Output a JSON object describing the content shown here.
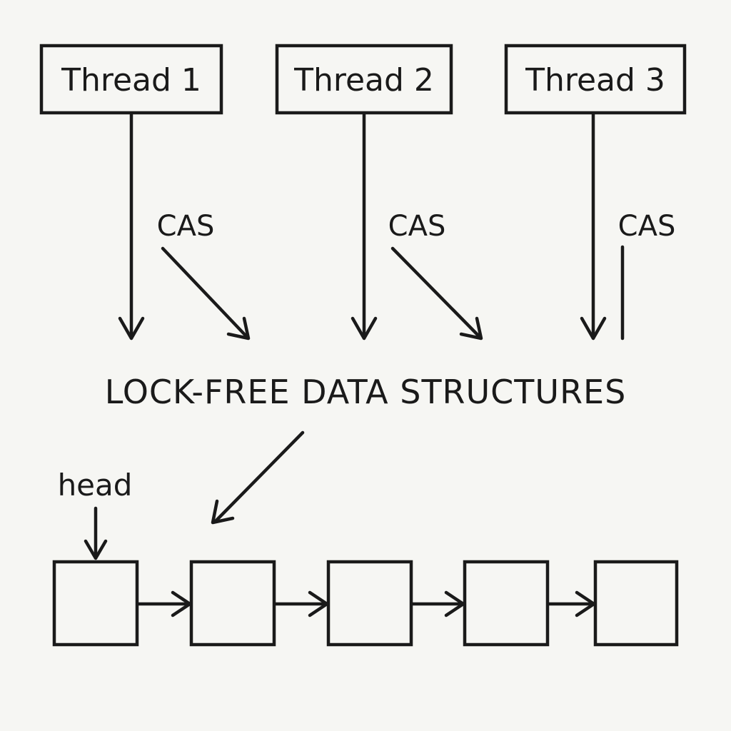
{
  "title": "LOCK-FREE DATA STRUCTURES",
  "threads": [
    {
      "label": "Thread 1",
      "op": "CAS"
    },
    {
      "label": "Thread 2",
      "op": "CAS"
    },
    {
      "label": "Thread 3",
      "op": "CAS"
    }
  ],
  "list": {
    "head_label": "head",
    "node_count": 5
  },
  "colors": {
    "ink": "#1a1a1a",
    "paper": "#f6f6f3"
  }
}
